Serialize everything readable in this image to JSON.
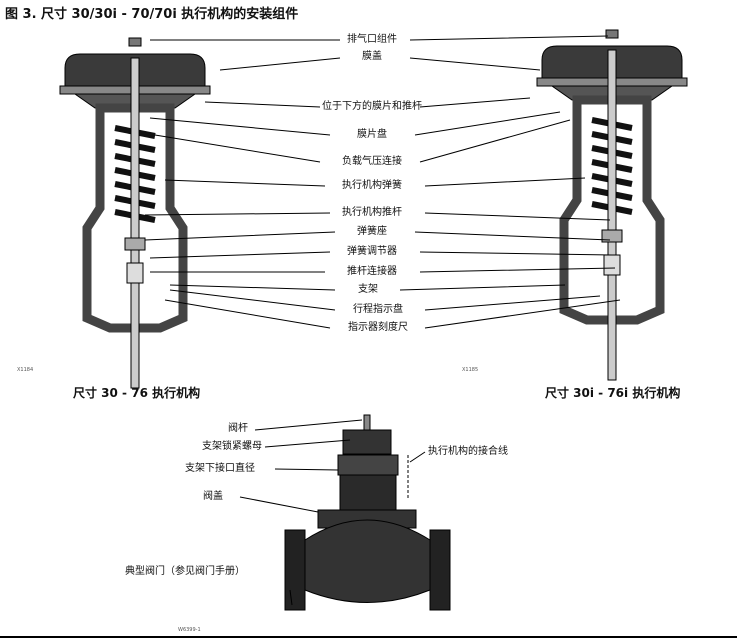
{
  "title": "图 3. 尺寸 30/30i - 70/70i 执行机构的安装组件",
  "labels": [
    "排气口组件",
    "膜盖",
    "位于下方的膜片和推杆",
    "膜片盘",
    "负载气压连接",
    "执行机构弹簧",
    "执行机构推杆",
    "弹簧座",
    "弹簧调节器",
    "推杆连接器",
    "支架",
    "行程指示盘",
    "指示器刻度尺"
  ],
  "left": {
    "code": "X1184",
    "caption": "尺寸 30 - 76 执行机构"
  },
  "right": {
    "code": "X1185",
    "caption": "尺寸 30i - 76i 执行机构"
  },
  "valve": {
    "labels": [
      "阀杆",
      "支架锁紧螺母",
      "支架下接口直径",
      "阀盖",
      "典型阀门（参见阀门手册）"
    ],
    "joint_line": "执行机构的接合线",
    "code": "W6399-1"
  }
}
